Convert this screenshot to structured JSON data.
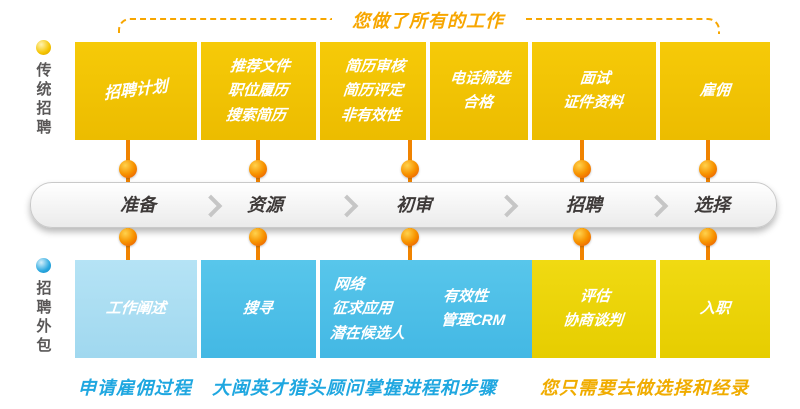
{
  "top_caption": "您做了所有的工作",
  "rails": {
    "traditional": "传统招聘",
    "outsourcing": "招聘外包"
  },
  "top_row": [
    {
      "lines": [
        "招聘计划"
      ]
    },
    {
      "lines": [
        "推荐文件",
        "职位履历",
        "搜索简历"
      ]
    },
    {
      "lines": [
        "简历审核",
        "简历评定",
        "非有效性"
      ]
    },
    {
      "lines": [
        "电话筛选",
        "合格"
      ]
    },
    {
      "lines": [
        "面试",
        "证件资料"
      ]
    },
    {
      "lines": [
        "雇佣"
      ]
    }
  ],
  "stages": [
    "准备",
    "资源",
    "初审",
    "招聘",
    "选择"
  ],
  "bottom_row": [
    {
      "lines": [
        "工作阐述"
      ]
    },
    {
      "lines": [
        "搜寻"
      ]
    },
    {
      "lines": [
        "网络",
        "征求应用",
        "潜在候选人"
      ]
    },
    {
      "lines": [
        "有效性",
        "管理CRM"
      ]
    },
    {
      "lines": [
        "评估",
        "协商谈判"
      ]
    },
    {
      "lines": [
        "入职"
      ]
    }
  ],
  "captions": {
    "left": "申请雇佣过程",
    "middle": "大闽英才猎头顾问掌握进程和步骤",
    "right": "您只需要去做选择和经录"
  },
  "colors": {
    "gold": "#F2C400",
    "bottom_yellow": "#E9D306",
    "blue": "#4FC0E8",
    "light_blue": "#A8DCF2",
    "caption_blue": "#1FA7E0",
    "caption_orange": "#F0AC00",
    "title_orange": "#F7A600",
    "connector_orange": "#F08300",
    "band_text": "#3E3A39"
  }
}
